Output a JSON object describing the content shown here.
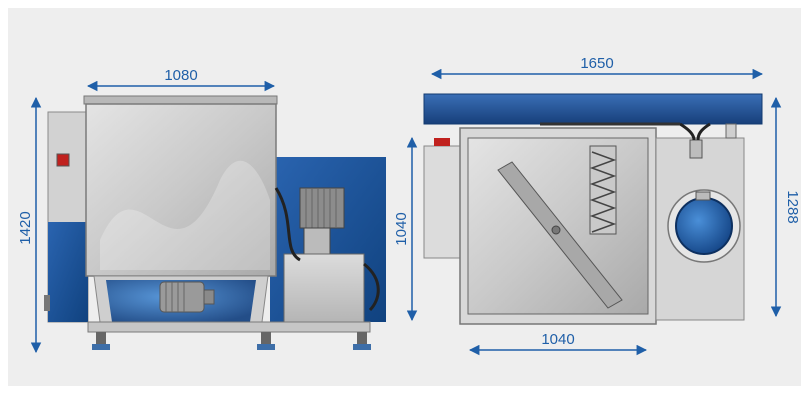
{
  "dimensions": {
    "front_width": "1080",
    "front_height": "1420",
    "top_overall_width": "1650",
    "side_width": "1040",
    "side_depth": "1040",
    "side_height": "1288"
  },
  "colors": {
    "background": "#eeeeee",
    "dimension": "#1f5fa8",
    "steel_blue": "#1e56a0",
    "panel": "#c8c8c8"
  }
}
